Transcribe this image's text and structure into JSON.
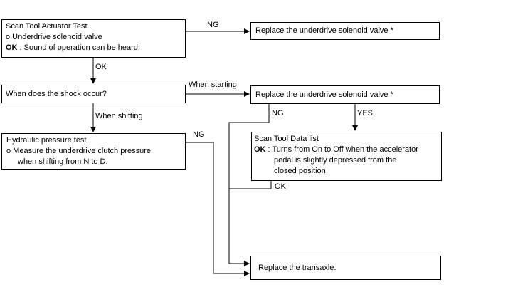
{
  "boxes": {
    "actuator_test": {
      "title": "Scan Tool Actuator Test",
      "item": "o Underdrive solenoid valve",
      "ok_key": "OK",
      "ok_text": " : Sound of operation can be heard."
    },
    "replace_solenoid_1": {
      "text": "Replace the underdrive solenoid valve *"
    },
    "shock_question": {
      "text": "When does the shock occur?"
    },
    "replace_solenoid_2": {
      "text": "Replace the underdrive solenoid valve *"
    },
    "hydraulic_test": {
      "title": "Hydraulic pressure test",
      "line1": "o Measure the underdrive clutch pressure",
      "line2": "when shifting from N to D."
    },
    "data_list": {
      "title": "Scan Tool Data list",
      "ok_key": "OK",
      "line1": " : Turns from On to Off when the accelerator",
      "line2": "pedal is slightly depressed from the",
      "line3": "closed position"
    },
    "replace_transaxle": {
      "text": "Replace the transaxle."
    }
  },
  "labels": {
    "ng_1": "NG",
    "ok_1": "OK",
    "when_starting": "When starting",
    "when_shifting": "When shifting",
    "ng_2": "NG",
    "ng_3": "NG",
    "yes": "YES",
    "ok_2": "OK"
  },
  "colors": {
    "line": "#000000",
    "background": "#ffffff"
  }
}
